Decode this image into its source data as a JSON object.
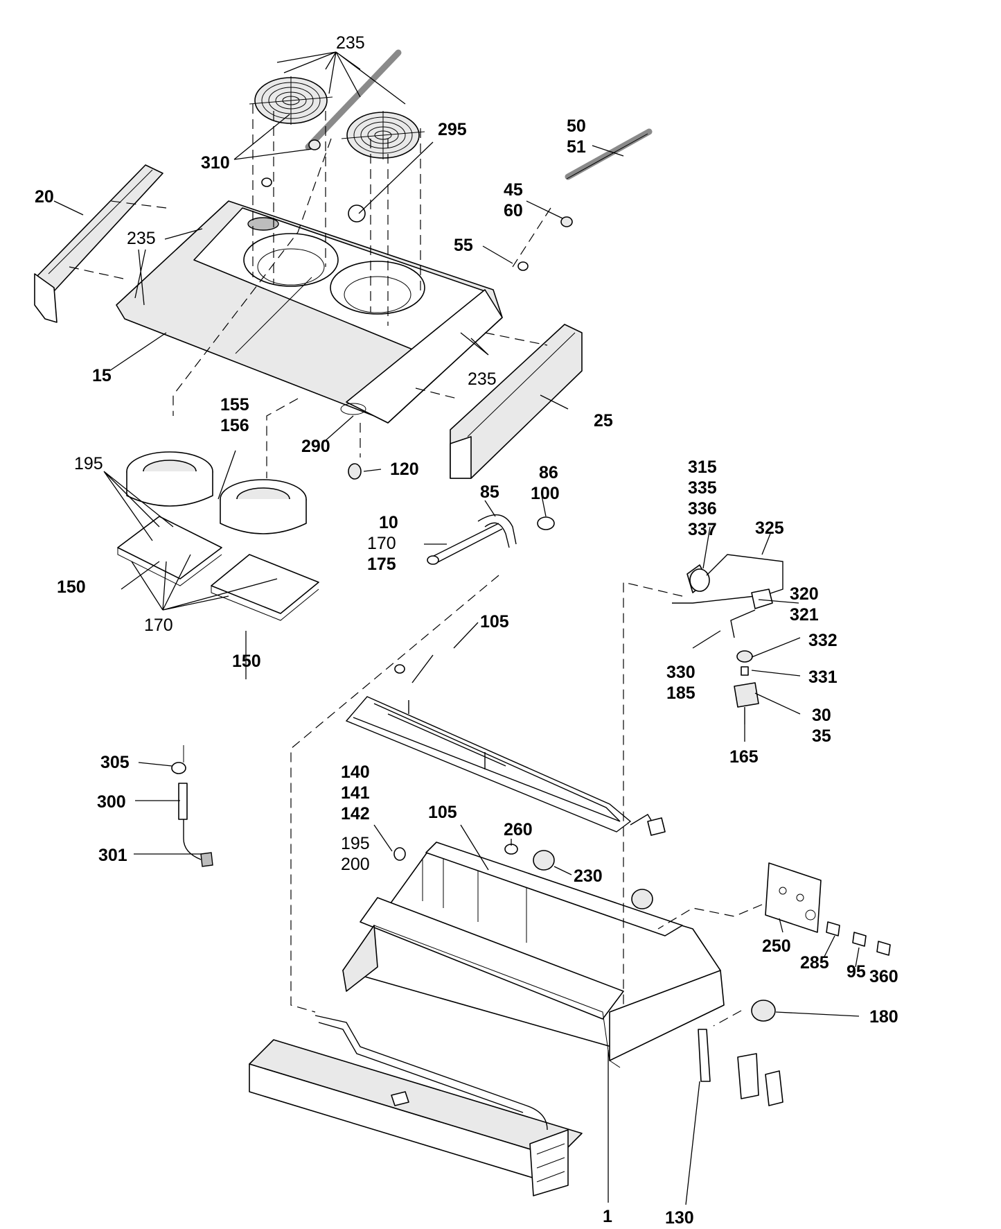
{
  "callouts": [
    {
      "text": "235",
      "bold": false
    },
    {
      "text": "310",
      "bold": true
    },
    {
      "text": "295",
      "bold": true
    },
    {
      "text": "50",
      "bold": true
    },
    {
      "text": "51",
      "bold": true
    },
    {
      "text": "20",
      "bold": true
    },
    {
      "text": "235",
      "bold": false
    },
    {
      "text": "45",
      "bold": true
    },
    {
      "text": "60",
      "bold": true
    },
    {
      "text": "55",
      "bold": true
    },
    {
      "text": "15",
      "bold": true
    },
    {
      "text": "235",
      "bold": false
    },
    {
      "text": "25",
      "bold": true
    },
    {
      "text": "155",
      "bold": true
    },
    {
      "text": "156",
      "bold": true
    },
    {
      "text": "290",
      "bold": true
    },
    {
      "text": "195",
      "bold": false
    },
    {
      "text": "120",
      "bold": true
    },
    {
      "text": "86",
      "bold": true
    },
    {
      "text": "100",
      "bold": true
    },
    {
      "text": "85",
      "bold": true
    },
    {
      "text": "315",
      "bold": true
    },
    {
      "text": "335",
      "bold": true
    },
    {
      "text": "336",
      "bold": true
    },
    {
      "text": "337",
      "bold": true
    },
    {
      "text": "325",
      "bold": true
    },
    {
      "text": "10",
      "bold": true
    },
    {
      "text": "170",
      "bold": false
    },
    {
      "text": "175",
      "bold": true
    },
    {
      "text": "150",
      "bold": true
    },
    {
      "text": "320",
      "bold": true
    },
    {
      "text": "321",
      "bold": true
    },
    {
      "text": "170",
      "bold": false
    },
    {
      "text": "105",
      "bold": true
    },
    {
      "text": "332",
      "bold": true
    },
    {
      "text": "150",
      "bold": true
    },
    {
      "text": "330",
      "bold": true
    },
    {
      "text": "185",
      "bold": true
    },
    {
      "text": "331",
      "bold": true
    },
    {
      "text": "30",
      "bold": true
    },
    {
      "text": "35",
      "bold": true
    },
    {
      "text": "165",
      "bold": true
    },
    {
      "text": "305",
      "bold": true
    },
    {
      "text": "140",
      "bold": true
    },
    {
      "text": "141",
      "bold": true
    },
    {
      "text": "142",
      "bold": true
    },
    {
      "text": "300",
      "bold": true
    },
    {
      "text": "105",
      "bold": true
    },
    {
      "text": "260",
      "bold": true
    },
    {
      "text": "195",
      "bold": false
    },
    {
      "text": "301",
      "bold": true
    },
    {
      "text": "200",
      "bold": false
    },
    {
      "text": "230",
      "bold": true
    },
    {
      "text": "250",
      "bold": true
    },
    {
      "text": "285",
      "bold": true
    },
    {
      "text": "95",
      "bold": true
    },
    {
      "text": "360",
      "bold": true
    },
    {
      "text": "180",
      "bold": true
    },
    {
      "text": "1",
      "bold": true
    },
    {
      "text": "130",
      "bold": true
    }
  ]
}
